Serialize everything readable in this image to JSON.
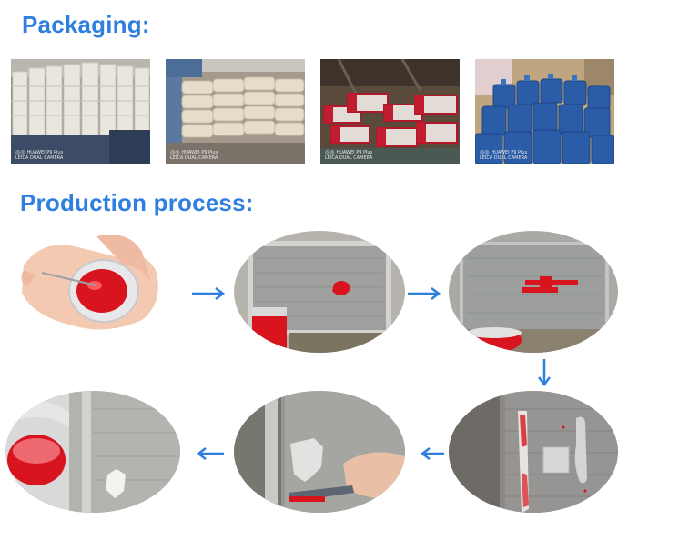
{
  "packaging": {
    "title": "Packaging:",
    "photos": [
      {
        "name": "white-buckets",
        "watermark_line1": "HUAWEI P9 Plus",
        "watermark_line2": "LEICA DUAL CAMERA"
      },
      {
        "name": "woven-sacks",
        "watermark_line1": "HUAWEI P9 Plus",
        "watermark_line2": "LEICA DUAL CAMERA"
      },
      {
        "name": "red-cartons",
        "watermark_line1": "HUAWEI P9 Plus",
        "watermark_line2": "LEICA DUAL CAMERA"
      },
      {
        "name": "blue-drums",
        "watermark_line1": "HUAWEI P9 Plus",
        "watermark_line2": "LEICA DUAL CAMERA"
      }
    ]
  },
  "process": {
    "title": "Production process:",
    "steps": [
      "mixing-red-paste",
      "paste-on-tray",
      "spreading-paste",
      "cured-pieces",
      "removing-piece",
      "finished-product"
    ],
    "arrow_color": "#2f7fe0"
  },
  "colors": {
    "heading": "#2f7fe0",
    "arrow": "#2f7fe0",
    "paste_red": "#d8141e"
  }
}
